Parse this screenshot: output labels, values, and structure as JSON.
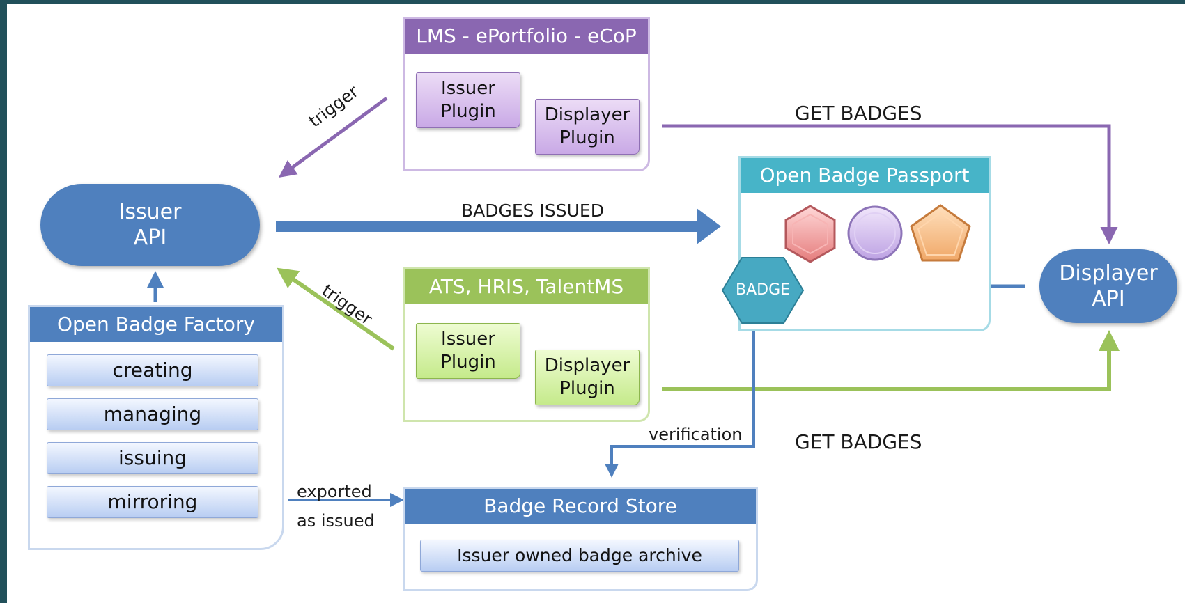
{
  "lms": {
    "title": "LMS - ePortfolio - eCoP",
    "issuer_plugin": "Issuer\nPlugin",
    "displayer_plugin": "Displayer\nPlugin"
  },
  "ats": {
    "title": "ATS, HRIS, TalentMS",
    "issuer_plugin": "Issuer\nPlugin",
    "displayer_plugin": "Displayer\nPlugin"
  },
  "issuer_api": {
    "label": "Issuer\nAPI"
  },
  "displayer_api": {
    "label": "Displayer\nAPI"
  },
  "passport": {
    "title": "Open Badge Passport",
    "badge": "BADGE"
  },
  "factory": {
    "title": "Open Badge Factory",
    "items": [
      "creating",
      "managing",
      "issuing",
      "mirroring"
    ]
  },
  "record_store": {
    "title": "Badge Record Store",
    "archive": "Issuer owned badge archive"
  },
  "labels": {
    "trigger_top": "trigger",
    "trigger_bottom": "trigger",
    "badges_issued": "BADGES ISSUED",
    "get_badges_top": "GET BADGES",
    "get_badges_bottom": "GET BADGES",
    "verification": "verification",
    "exported": "exported",
    "as_issued": "as issued"
  },
  "colors": {
    "blue": "#4f80be",
    "purple": "#8a67b1",
    "green": "#9bc25a",
    "teal": "#47b4c8"
  }
}
